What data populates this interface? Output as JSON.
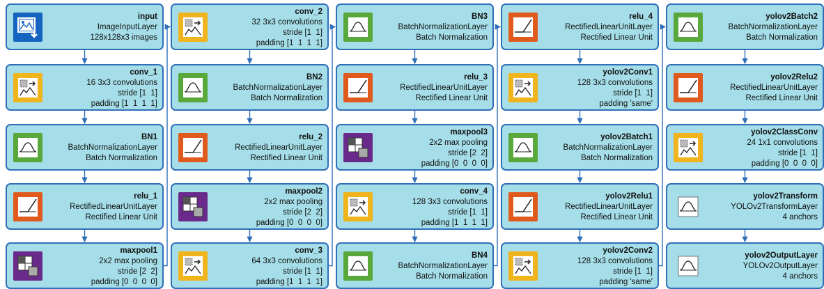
{
  "colors": {
    "node_fill": "#a5dee8",
    "node_border": "#2f6fb8",
    "connector": "#2f6fb8",
    "input_icon": "#1565c0",
    "conv_icon": "#f0b41c",
    "bn_icon": "#58a83c",
    "relu_icon": "#e05a1e",
    "pool_icon": "#6a2a8c"
  },
  "columns": [
    {
      "nodes": [
        {
          "icon": "input-icon",
          "name": "input",
          "lines": [
            "ImageInputLayer",
            "128x128x3 images"
          ]
        },
        {
          "icon": "conv-icon",
          "name": "conv_1",
          "lines": [
            "16 3x3 convolutions",
            "stride [1  1]",
            "padding [1  1  1  1]"
          ]
        },
        {
          "icon": "batchnorm-icon",
          "name": "BN1",
          "lines": [
            "BatchNormalizationLayer",
            "Batch Normalization"
          ]
        },
        {
          "icon": "relu-icon",
          "name": "relu_1",
          "lines": [
            "RectifiedLinearUnitLayer",
            "Rectified Linear Unit"
          ]
        },
        {
          "icon": "maxpool-icon",
          "name": "maxpool1",
          "lines": [
            "2x2 max pooling",
            "stride [2  2]",
            "padding [0  0  0  0]"
          ]
        }
      ]
    },
    {
      "nodes": [
        {
          "icon": "conv-icon",
          "name": "conv_2",
          "lines": [
            "32 3x3 convolutions",
            "stride [1  1]",
            "padding [1  1  1  1]"
          ]
        },
        {
          "icon": "batchnorm-icon",
          "name": "BN2",
          "lines": [
            "BatchNormalizationLayer",
            "Batch Normalization"
          ]
        },
        {
          "icon": "relu-icon",
          "name": "relu_2",
          "lines": [
            "RectifiedLinearUnitLayer",
            "Rectified Linear Unit"
          ]
        },
        {
          "icon": "maxpool-icon",
          "name": "maxpool2",
          "lines": [
            "2x2 max pooling",
            "stride [2  2]",
            "padding [0  0  0  0]"
          ]
        },
        {
          "icon": "conv-icon",
          "name": "conv_3",
          "lines": [
            "64 3x3 convolutions",
            "stride [1  1]",
            "padding [1  1  1  1]"
          ]
        }
      ]
    },
    {
      "nodes": [
        {
          "icon": "batchnorm-icon",
          "name": "BN3",
          "lines": [
            "BatchNormalizationLayer",
            "Batch Normalization"
          ]
        },
        {
          "icon": "relu-icon",
          "name": "relu_3",
          "lines": [
            "RectifiedLinearUnitLayer",
            "Rectified Linear Unit"
          ]
        },
        {
          "icon": "maxpool-icon",
          "name": "maxpool3",
          "lines": [
            "2x2 max pooling",
            "stride [2  2]",
            "padding [0  0  0  0]"
          ]
        },
        {
          "icon": "conv-icon",
          "name": "conv_4",
          "lines": [
            "128 3x3 convolutions",
            "stride [1  1]",
            "padding [1  1  1  1]"
          ]
        },
        {
          "icon": "batchnorm-icon",
          "name": "BN4",
          "lines": [
            "BatchNormalizationLayer",
            "Batch Normalization"
          ]
        }
      ]
    },
    {
      "nodes": [
        {
          "icon": "relu-icon",
          "name": "relu_4",
          "lines": [
            "RectifiedLinearUnitLayer",
            "Rectified Linear Unit"
          ]
        },
        {
          "icon": "conv-icon",
          "name": "yolov2Conv1",
          "lines": [
            "128 3x3 convolutions",
            "stride [1  1]",
            "padding 'same'"
          ]
        },
        {
          "icon": "batchnorm-icon",
          "name": "yolov2Batch1",
          "lines": [
            "BatchNormalizationLayer",
            "Batch Normalization"
          ]
        },
        {
          "icon": "relu-icon",
          "name": "yolov2Relu1",
          "lines": [
            "RectifiedLinearUnitLayer",
            "Rectified Linear Unit"
          ]
        },
        {
          "icon": "conv-icon",
          "name": "yolov2Conv2",
          "lines": [
            "128 3x3 convolutions",
            "stride [1  1]",
            "padding 'same'"
          ]
        }
      ]
    },
    {
      "nodes": [
        {
          "icon": "batchnorm-icon",
          "name": "yolov2Batch2",
          "lines": [
            "BatchNormalizationLayer",
            "Batch Normalization"
          ]
        },
        {
          "icon": "relu-icon",
          "name": "yolov2Relu2",
          "lines": [
            "RectifiedLinearUnitLayer",
            "Rectified Linear Unit"
          ]
        },
        {
          "icon": "conv-icon",
          "name": "yolov2ClassConv",
          "lines": [
            "24 1x1 convolutions",
            "stride [1  1]",
            "padding [0  0  0  0]"
          ]
        },
        {
          "icon": "transform-icon",
          "name": "yolov2Transform",
          "lines": [
            "YOLOv2TransformLayer",
            "4 anchors"
          ]
        },
        {
          "icon": "output-icon",
          "name": "yolov2OutputLayer",
          "lines": [
            "YOLOv2OutputLayer",
            "4 anchors"
          ]
        }
      ]
    }
  ]
}
